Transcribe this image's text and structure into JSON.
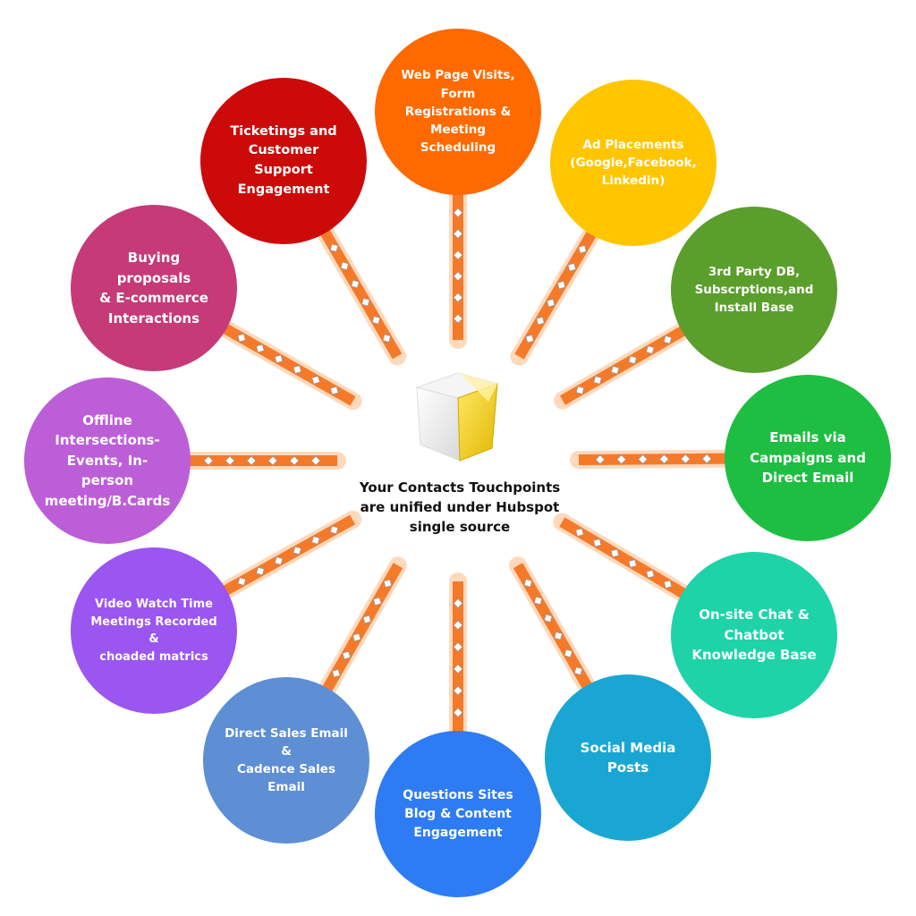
{
  "center": {
    "label": "Your Contacts Touchpoints\nare unified under Hubspot\nsingle source",
    "icon": "cube-icon"
  },
  "touchpoints": [
    {
      "label": "Web Page Visits,\nForm Registrations &\nMeeting Scheduling",
      "color": "#FF6A00"
    },
    {
      "label": "Ad Placements\n(Google,Facebook,\nLinkedin)",
      "color": "#FFC600"
    },
    {
      "label": "3rd Party DB,\nSubscrptions,and\nInstall Base",
      "color": "#5A9E2C"
    },
    {
      "label": "Emails via\nCampaigns and\nDirect Email",
      "color": "#1DBE42"
    },
    {
      "label": "On-site Chat &\nChatbot\nKnowledge Base",
      "color": "#1ED3A8"
    },
    {
      "label": "Social Media\nPosts",
      "color": "#1AA6D2"
    },
    {
      "label": "Questions Sites\nBlog & Content\nEngagement",
      "color": "#2E7CF3"
    },
    {
      "label": "Direct Sales Email &\nCadence Sales Email",
      "color": "#5E8ED4"
    },
    {
      "label": "Video Watch Time\nMeetings Recorded &\nchoaded matrics",
      "color": "#9B55F0"
    },
    {
      "label": "Offline\nIntersections-\nEvents, In-person\nmeeting/B.Cards",
      "color": "#BD5ED9"
    },
    {
      "label": "Buying proposals\n& E-commerce\nInteractions",
      "color": "#C53A77"
    },
    {
      "label": "Ticketings and\nCustomer Support\nEngagement",
      "color": "#CC0A0A"
    }
  ],
  "connector_colors": {
    "beam": "#F47A2A",
    "glow": "#FFD9BC"
  }
}
